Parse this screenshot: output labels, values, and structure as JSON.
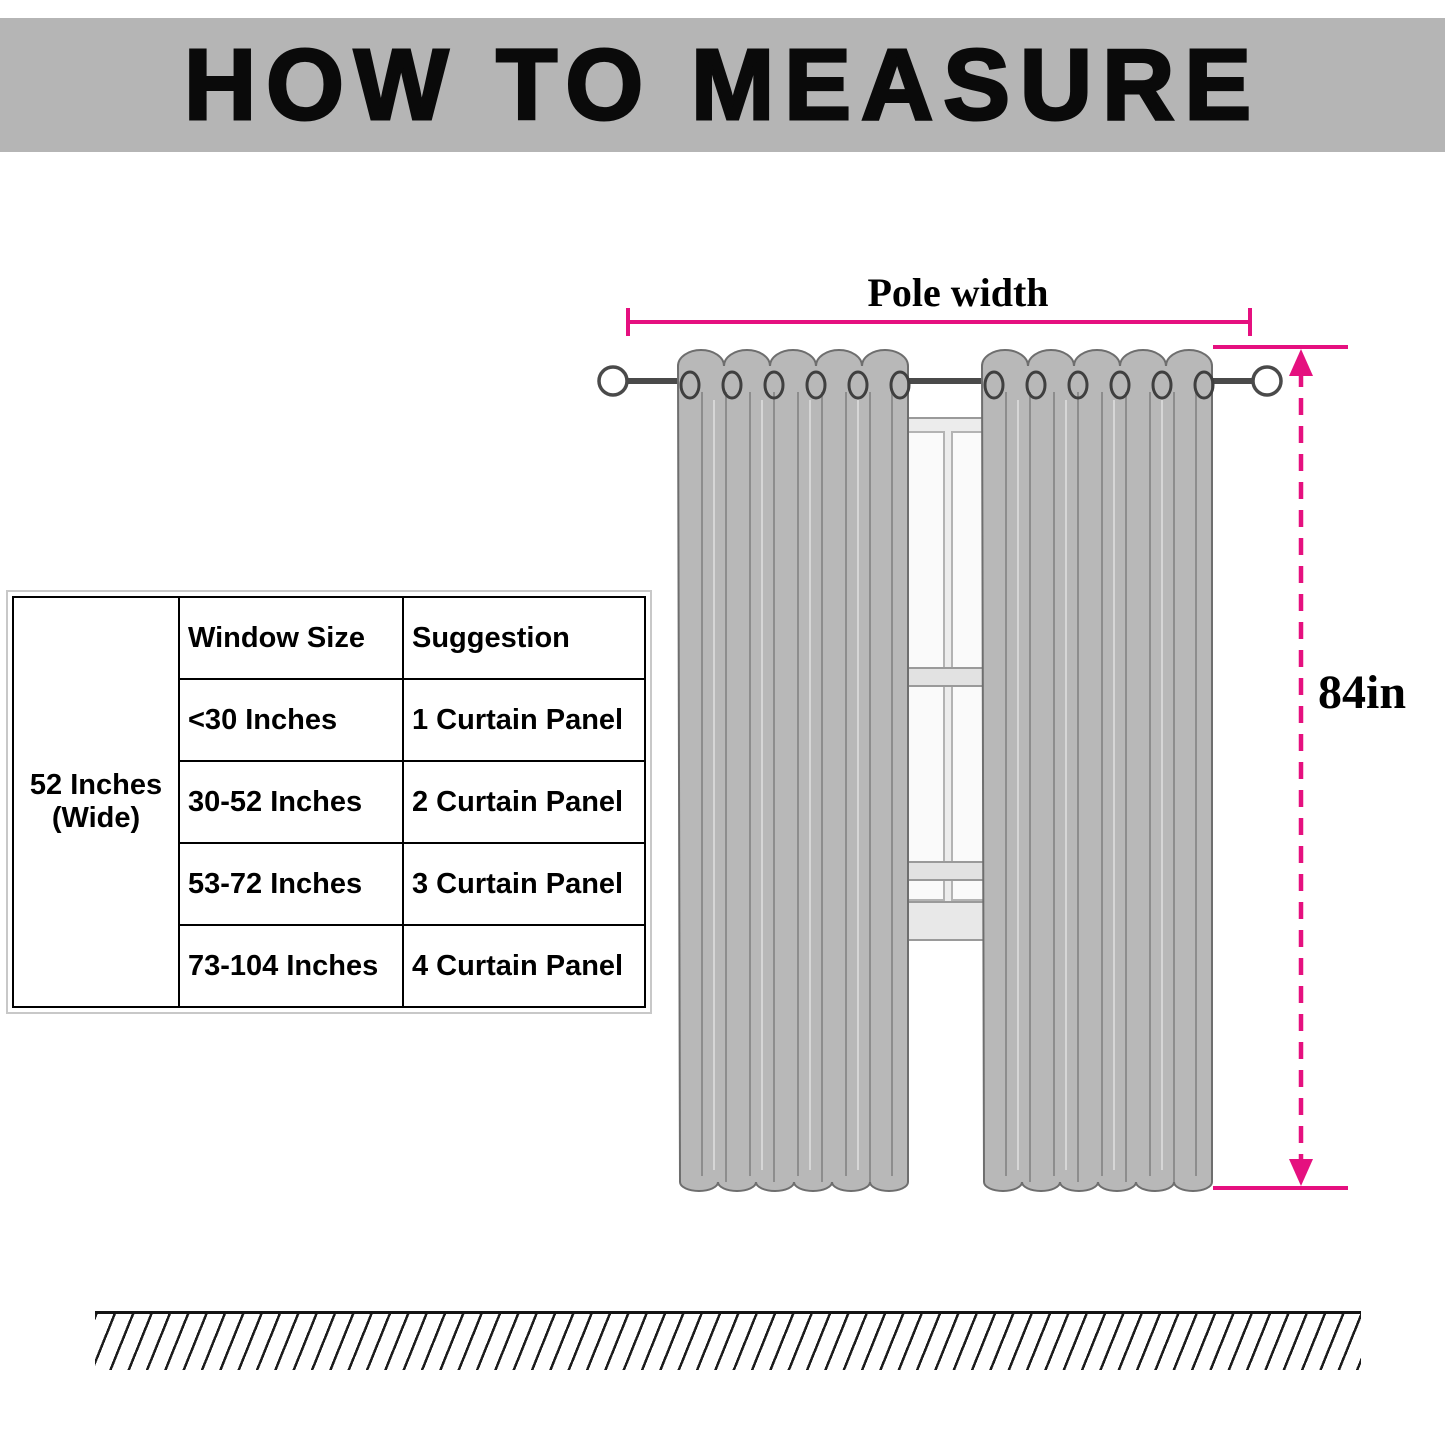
{
  "header": {
    "title": "HOW TO MEASURE"
  },
  "diagram": {
    "pole_width_label": "Pole width",
    "drop_height_label": "84in"
  },
  "size_table": {
    "wide_label": "52 Inches (Wide)",
    "columns": [
      "Window Size",
      "Suggestion"
    ],
    "rows": [
      {
        "window_size": "<30 Inches",
        "suggestion": "1 Curtain Panel"
      },
      {
        "window_size": "30-52 Inches",
        "suggestion": "2 Curtain Panel"
      },
      {
        "window_size": "53-72 Inches",
        "suggestion": "3 Curtain Panel"
      },
      {
        "window_size": "73-104 Inches",
        "suggestion": "4 Curtain Panel"
      }
    ]
  },
  "colors": {
    "accent_pink": "#E5107F",
    "banner_gray": "#B5B5B5",
    "curtain_gray": "#B8B8B8"
  }
}
